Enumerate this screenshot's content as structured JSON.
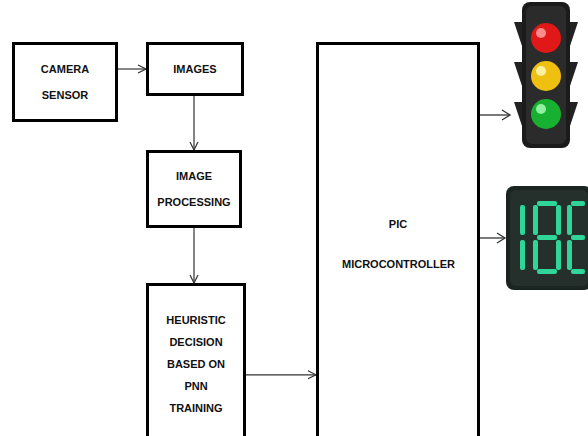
{
  "diagram": {
    "nodes": [
      {
        "text": [
          "CAMERA SENSOR"
        ]
      },
      {
        "text": [
          "IMAGES"
        ]
      },
      {
        "text": [
          "IMAGE PROCESSING"
        ]
      },
      {
        "text": [
          "HEURISTIC DECISION BASED ON PNN TRAINING"
        ]
      },
      {
        "text": [
          "PIC MICROCONTROLLER"
        ]
      }
    ],
    "edges": [
      {
        "from": 0,
        "to": 1,
        "arrow": "to"
      },
      {
        "from": 1,
        "to": 2,
        "arrow": "to"
      },
      {
        "from": 2,
        "to": 3,
        "arrow": "to"
      },
      {
        "from": 3,
        "to": 4,
        "arrow": "to"
      }
    ]
  }
}
